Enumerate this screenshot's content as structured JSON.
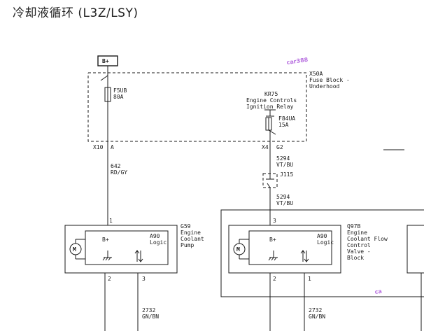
{
  "title": "冷却液循环 (L3Z/LSY)",
  "watermark_1": "car388",
  "watermark_2": "ca",
  "battery": {
    "label": "B+"
  },
  "fuse_block": {
    "name": "X50A",
    "desc_1": "Fuse Block -",
    "desc_2": "Underhood"
  },
  "fuse_f5ub": {
    "name": "F5UB",
    "rating": "80A"
  },
  "relay_kr75": {
    "name": "KR75",
    "desc_1": "Engine Controls",
    "desc_2": "Ignition Relay"
  },
  "fuse_f84ua": {
    "name": "F84UA",
    "rating": "15A"
  },
  "conn_left": {
    "name": "X10",
    "pin": "A"
  },
  "conn_right": {
    "name": "X4",
    "pin": "G2"
  },
  "wire_642": {
    "circuit": "642",
    "color": "RD/GY"
  },
  "wire_5294_top": {
    "circuit": "5294",
    "color": "VT/BU"
  },
  "splice_j115": {
    "name": "J115"
  },
  "wire_5294_bottom": {
    "circuit": "5294",
    "color": "VT/BU"
  },
  "pump": {
    "pin_top": "1",
    "bplus": "B+",
    "module": "A90",
    "module_sub": "Logic",
    "ref": "G59",
    "desc_1": "Engine",
    "desc_2": "Coolant",
    "desc_3": "Pump",
    "motor": "M",
    "pin_gnd": "2",
    "pin_sig": "3"
  },
  "valve": {
    "pin_top": "3",
    "bplus": "B+",
    "module": "A90",
    "module_sub": "Logic",
    "ref": "Q97B",
    "desc_1": "Engine",
    "desc_2": "Coolant Flow",
    "desc_3": "Control",
    "desc_4": "Valve -",
    "desc_5": "Block",
    "motor": "M",
    "pin_gnd": "2",
    "pin_sig": "1"
  },
  "wire_2732_left": {
    "circuit": "2732",
    "color": "GN/BN"
  },
  "wire_2732_right": {
    "circuit": "2732",
    "color": "GN/BN"
  }
}
